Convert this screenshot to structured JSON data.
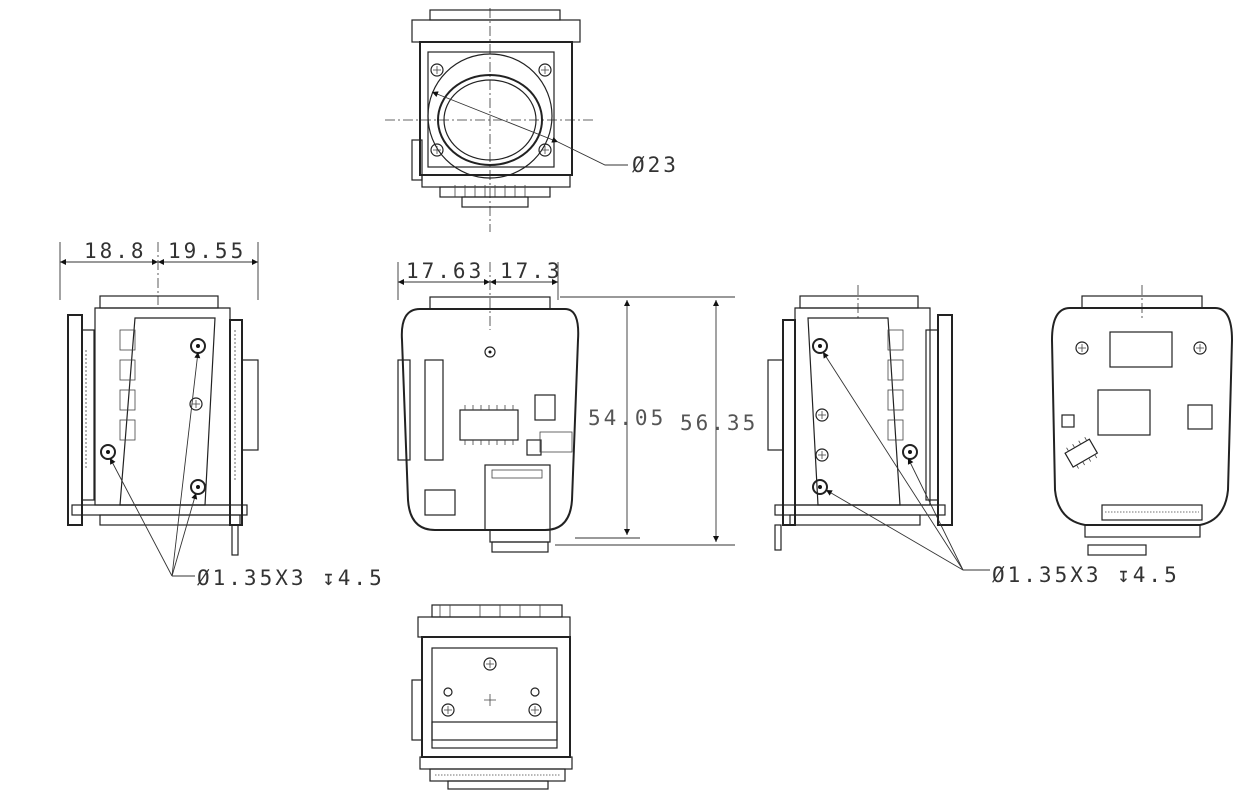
{
  "drawing": {
    "top_view": {
      "lens_diameter_label": "Ø23"
    },
    "left_view": {
      "dim_left": "18.8",
      "dim_right": "19.55",
      "hole_callout": "Ø1.35X3 ↧4.5"
    },
    "front_view": {
      "dim_left": "17.63",
      "dim_right": "17.3",
      "height_inner": "54.05",
      "height_outer": "56.35"
    },
    "right_view": {
      "hole_callout": "Ø1.35X3 ↧4.5"
    }
  }
}
